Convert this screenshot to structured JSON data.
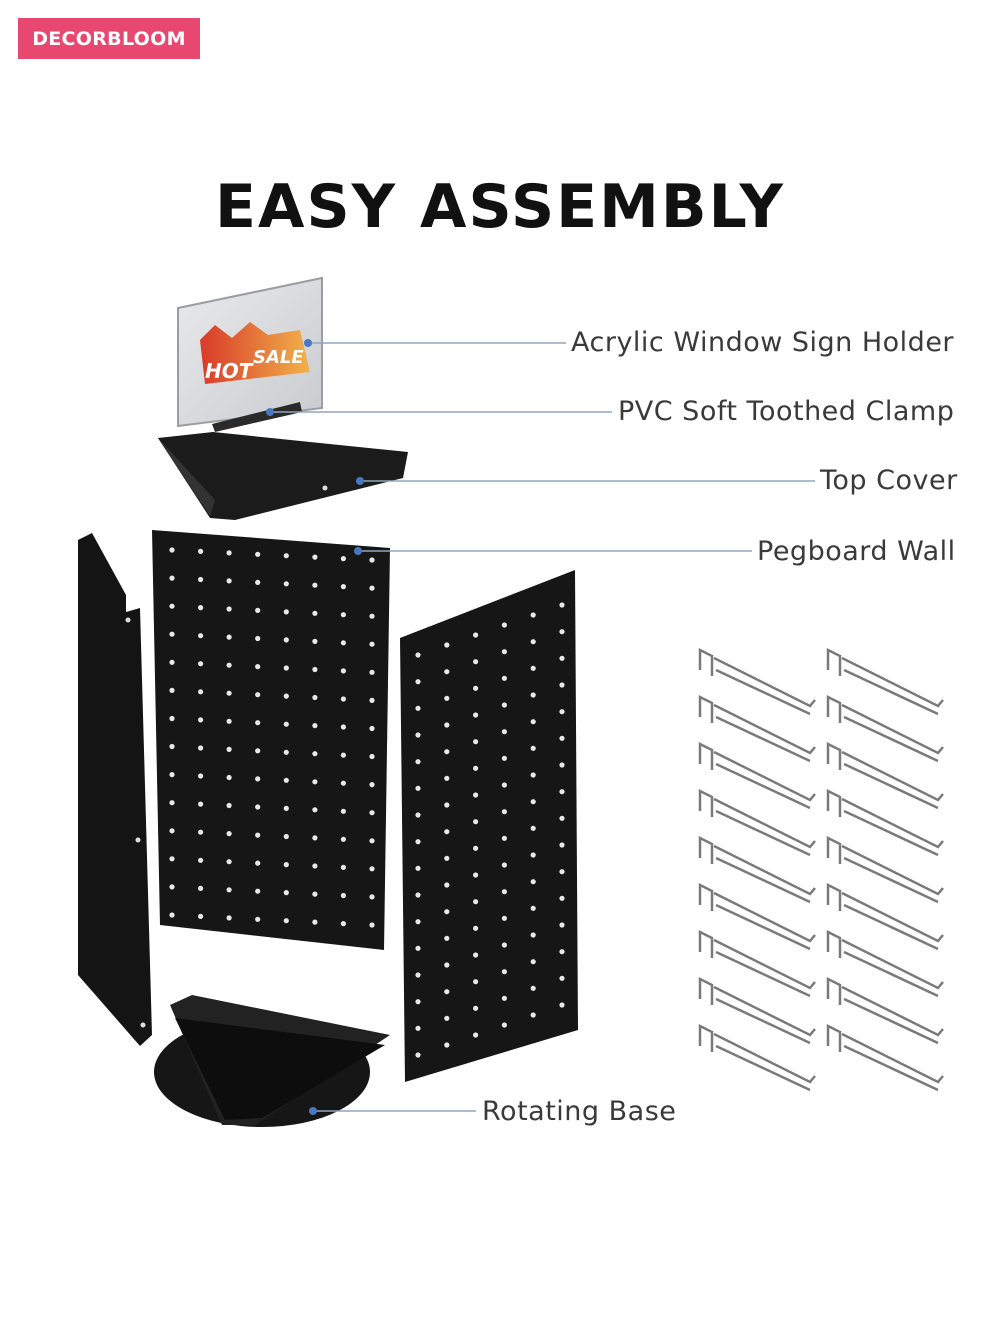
{
  "brand": {
    "name": "DECORBLOOM",
    "color": "#e8476f"
  },
  "title": "EASY ASSEMBLY",
  "sign": {
    "text_hot": "HOT",
    "text_sale": "SALE"
  },
  "parts": [
    {
      "id": "sign-holder",
      "label": "Acrylic Window Sign Holder"
    },
    {
      "id": "clamp",
      "label": "PVC Soft Toothed Clamp"
    },
    {
      "id": "top-cover",
      "label": "Top Cover"
    },
    {
      "id": "pegboard",
      "label": "Pegboard Wall"
    },
    {
      "id": "base",
      "label": "Rotating Base"
    }
  ],
  "colors": {
    "metal": "#1b1b1b",
    "leader": "#8fa6bd",
    "hook": "#7a7a7a"
  }
}
